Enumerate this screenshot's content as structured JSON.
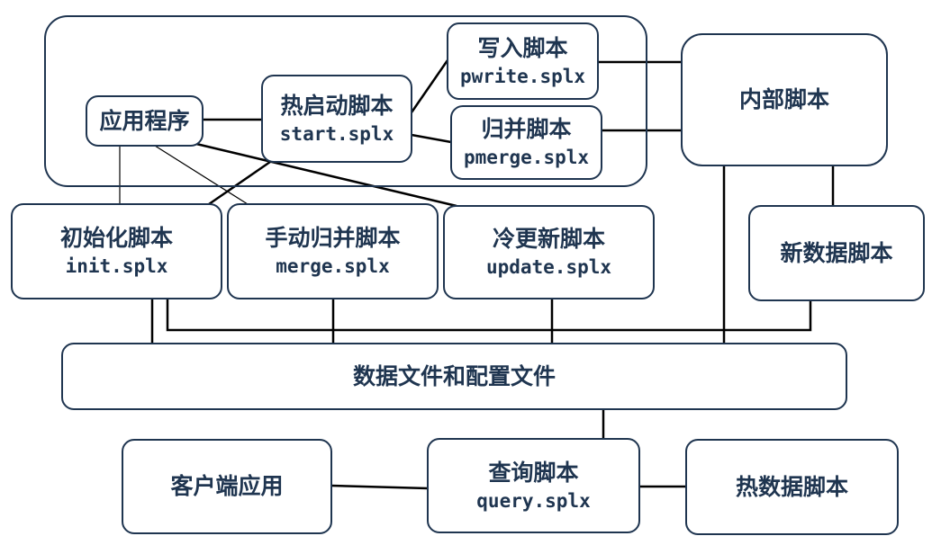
{
  "nodes": {
    "app": {
      "label": "应用程序"
    },
    "start": {
      "label": "热启动脚本",
      "file": "start.splx"
    },
    "pwrite": {
      "label": "写入脚本",
      "file": "pwrite.splx"
    },
    "pmerge": {
      "label": "归并脚本",
      "file": "pmerge.splx"
    },
    "internal": {
      "label": "内部脚本"
    },
    "init": {
      "label": "初始化脚本",
      "file": "init.splx"
    },
    "merge": {
      "label": "手动归并脚本",
      "file": "merge.splx"
    },
    "update": {
      "label": "冷更新脚本",
      "file": "update.splx"
    },
    "newdata": {
      "label": "新数据脚本"
    },
    "datafiles": {
      "label": "数据文件和配置文件"
    },
    "client": {
      "label": "客户端应用"
    },
    "query": {
      "label": "查询脚本",
      "file": "query.splx"
    },
    "hotdata": {
      "label": "热数据脚本"
    }
  },
  "colors": {
    "stroke": "#1f3550",
    "line": "#000000",
    "background": "#ffffff"
  }
}
